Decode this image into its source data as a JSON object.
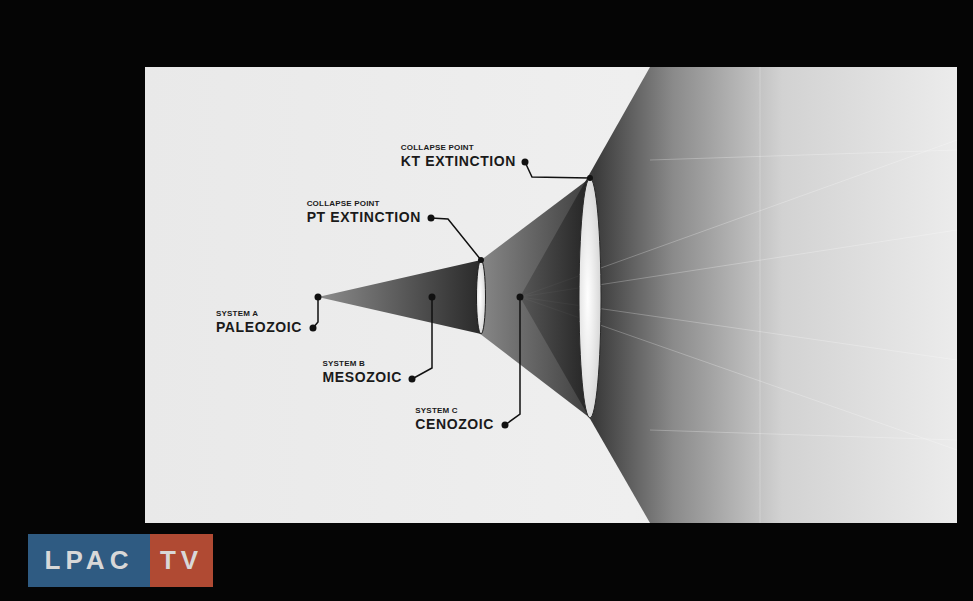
{
  "diagram": {
    "nodes": [
      {
        "text": [
          "LPAC"
        ]
      },
      {
        "text": [
          "TV"
        ]
      }
    ],
    "labels": [
      "COLLAPSE POINT",
      "KT EXTINCTION",
      "COLLAPSE POINT",
      "PT EXTINCTION",
      "SYSTEM A",
      "PALEOZOIC",
      "SYSTEM B",
      "MESOZOIC",
      "SYSTEM C",
      "CENOZOIC"
    ]
  }
}
